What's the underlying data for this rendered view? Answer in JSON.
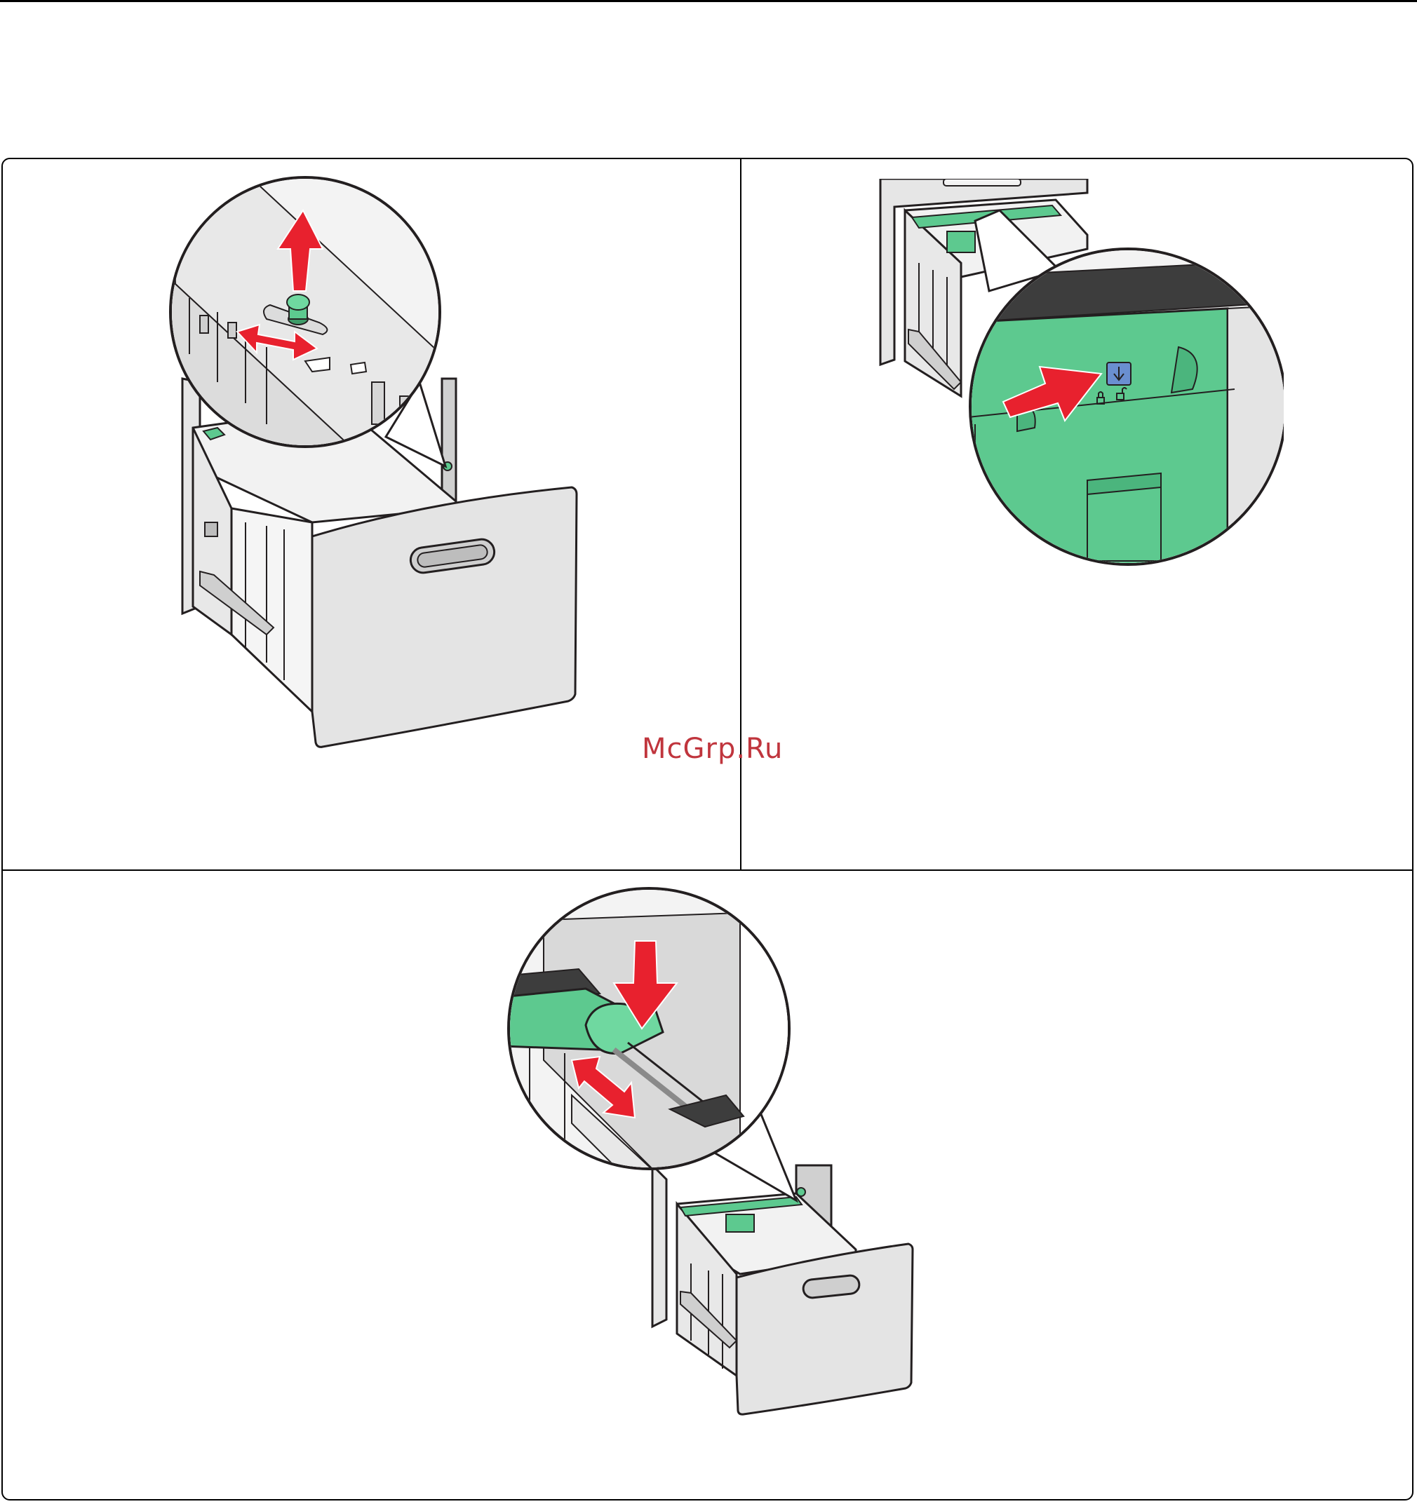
{
  "page": {
    "watermark": "McGrp.Ru"
  },
  "steps": [
    {
      "illustration": "unlock-and-slide-length-guide"
    },
    {
      "illustration": "release-width-guide-lock"
    },
    {
      "illustration": "adjust-length-guide-tab"
    }
  ],
  "colors": {
    "accent_green": "#5dc98f",
    "arrow_red": "#e8212e",
    "lock_blue": "#6a8fd0",
    "tray_gray": "#e4e4e4",
    "outline": "#231f20"
  },
  "icons": [
    "up-arrow-icon",
    "double-arrow-icon",
    "right-arrow-icon",
    "down-arrow-icon",
    "lock-icon",
    "unlock-icon"
  ]
}
